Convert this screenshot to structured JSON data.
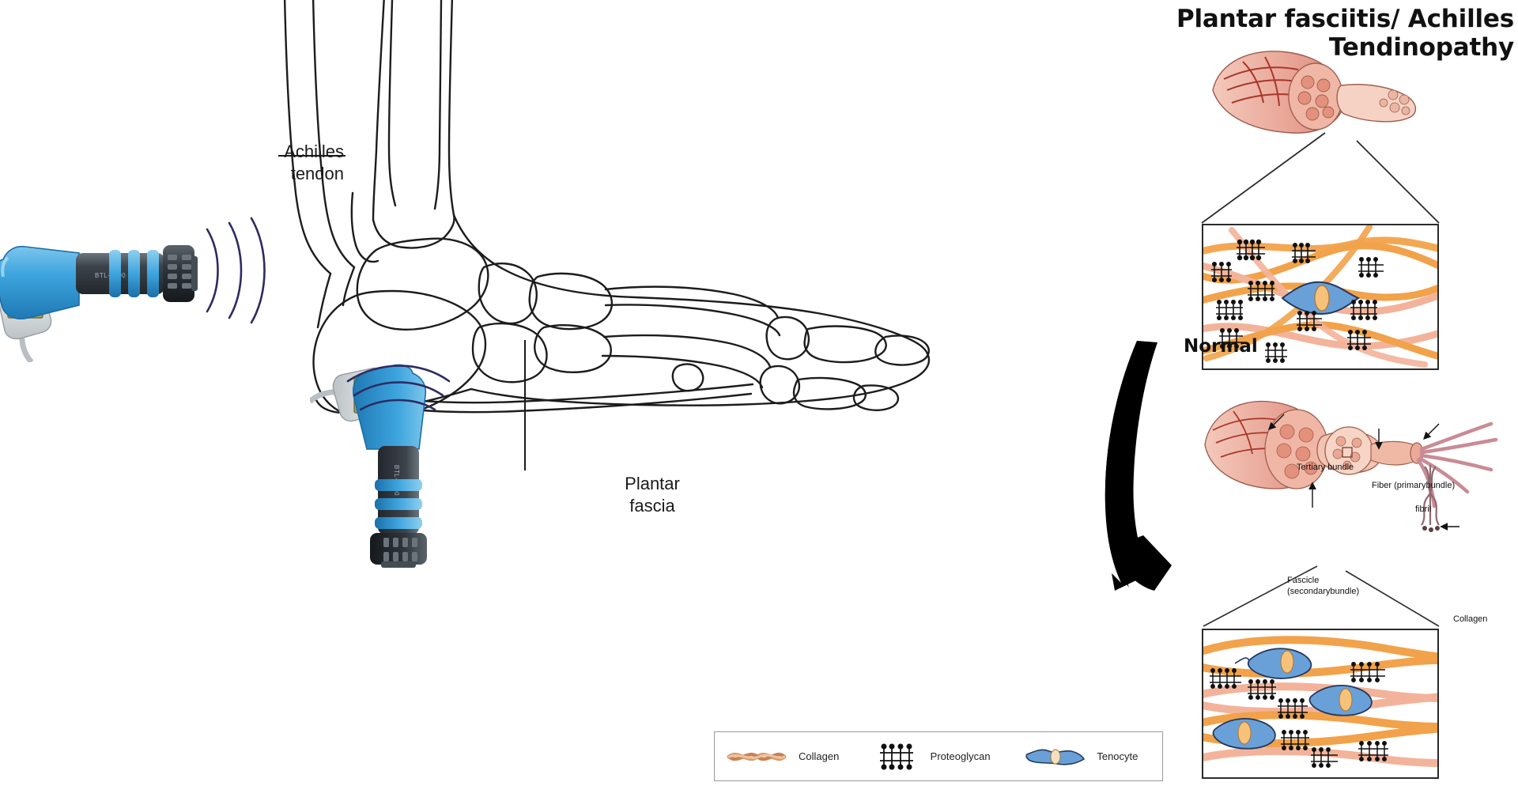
{
  "title": "Plantar fasciitis/ Achilles Tendinopathy",
  "anatomy": {
    "achilles_label": "Achilles\ntendon",
    "achilles_line1": "Achilles",
    "achilles_line2": "tendon",
    "plantar_line1": "Plantar",
    "plantar_line2": "fascia"
  },
  "right_panel": {
    "normal_label": "Normal",
    "structure_labels": {
      "tertiary_bundle": "Tertiary bundle",
      "fiber_primary_bundle": "Fiber (primarybundle)",
      "fibril": "fibril",
      "fascicle_line1": "Fascicle",
      "fascicle_line2": "(secondarybundle)",
      "collagen": "Collagen"
    }
  },
  "legend": {
    "items": [
      {
        "icon": "collagen-icon",
        "label": "Collagen"
      },
      {
        "icon": "proteoglycan-icon",
        "label": "Proteoglycan"
      },
      {
        "icon": "tenocyte-icon",
        "label": "Tenocyte"
      }
    ]
  },
  "devices": [
    {
      "name": "shockwave-handpiece-top",
      "orientation": "horizontal"
    },
    {
      "name": "shockwave-handpiece-bottom",
      "orientation": "vertical"
    }
  ],
  "colors": {
    "title": "#111111",
    "wave_arc": "#2e2a63",
    "device_blue": "#39a0da",
    "device_body": "#3a3f46",
    "collagen_orange": "#f0a23c",
    "collagen_pink": "#f0b0a0",
    "tenocyte_blue": "#4f7fc4",
    "arrow_black": "#000000",
    "bone_outline": "#1c1c1c",
    "legend_border": "#9a9a9a"
  }
}
